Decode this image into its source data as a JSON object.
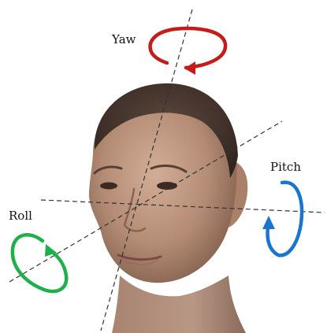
{
  "labels": {
    "yaw": "Yaw",
    "pitch": "Pitch",
    "roll": "Roll"
  },
  "colors": {
    "yaw": "#c41b1b",
    "pitch": "#1a76cc",
    "roll": "#1fb04b",
    "axis": "#333333",
    "skin_light": "#c9a48d",
    "skin_mid": "#a8806a",
    "skin_dark": "#6f4f40",
    "hair": "#3a2c26"
  },
  "icons": {
    "yaw": "rotation-arrow-icon",
    "pitch": "rotation-arrow-icon",
    "roll": "rotation-arrow-icon"
  }
}
